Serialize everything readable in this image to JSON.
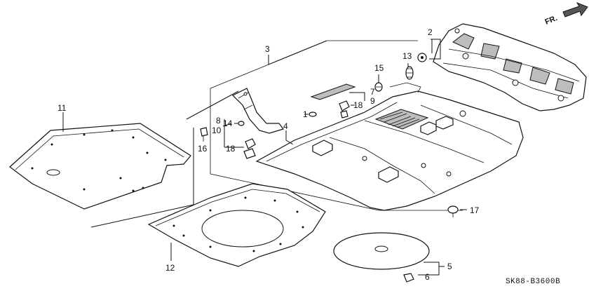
{
  "diagram": {
    "direction_label": "FR.",
    "diagram_code": "SK88-B3600B",
    "callouts": [
      {
        "id": "label-1",
        "text": "1"
      },
      {
        "id": "label-2",
        "text": "2"
      },
      {
        "id": "label-3",
        "text": "3"
      },
      {
        "id": "label-4",
        "text": "4"
      },
      {
        "id": "label-5",
        "text": "5"
      },
      {
        "id": "label-6",
        "text": "6"
      },
      {
        "id": "label-7",
        "text": "7"
      },
      {
        "id": "label-8",
        "text": "8"
      },
      {
        "id": "label-9",
        "text": "9"
      },
      {
        "id": "label-10",
        "text": "10"
      },
      {
        "id": "label-11",
        "text": "11"
      },
      {
        "id": "label-12",
        "text": "12"
      },
      {
        "id": "label-13",
        "text": "13"
      },
      {
        "id": "label-14",
        "text": "14"
      },
      {
        "id": "label-15",
        "text": "15"
      },
      {
        "id": "label-16",
        "text": "16"
      },
      {
        "id": "label-17",
        "text": "17"
      },
      {
        "id": "label-18a",
        "text": "18"
      },
      {
        "id": "label-18b",
        "text": "18"
      },
      {
        "id": "label-18c",
        "text": "18"
      }
    ]
  }
}
